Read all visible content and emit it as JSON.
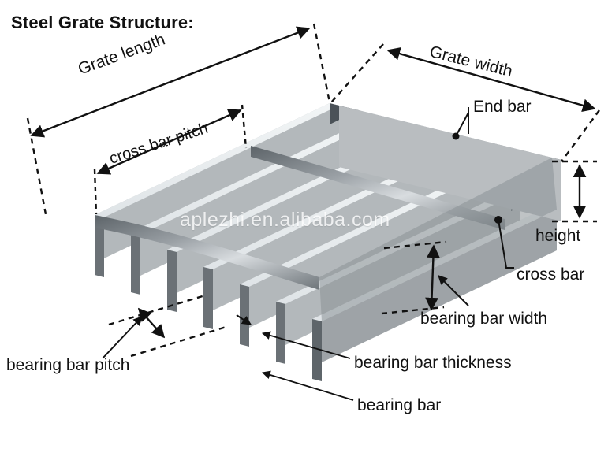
{
  "title": "Steel Grate Structure:",
  "watermark": "aplezhi.en.alibaba.com",
  "labels": {
    "grate_length": "Grate length",
    "grate_width": "Grate width",
    "cross_bar_pitch": "cross bar pitch",
    "end_bar": "End bar",
    "height": "height",
    "cross_bar": "cross bar",
    "bearing_bar_width": "bearing bar width",
    "bearing_bar_thickness": "bearing bar thickness",
    "bearing_bar": "bearing bar",
    "bearing_bar_pitch": "bearing bar pitch"
  },
  "icons": {
    "dimension_arrow": "double-arrow-icon",
    "leader_dot": "leader-dot-icon"
  },
  "colors": {
    "background": "#ffffff",
    "text": "#111111",
    "bar_top": "#e9edef",
    "bar_face_light": "#b6babd",
    "bar_face_mid": "#9da2a6",
    "bar_face_dark": "#6f757a",
    "shadow_dark": "#4b5258",
    "shadow_deep": "#3c4349",
    "line": "#111111"
  },
  "diagram": {
    "type": "technical-illustration",
    "subject": "steel bar grating isometric cutaway",
    "bearing_bar_count": 7,
    "cross_bar_count": 2,
    "end_bar_count": 1,
    "callouts": [
      {
        "name": "grate-length",
        "kind": "dimension",
        "arrow": "double"
      },
      {
        "name": "grate-width",
        "kind": "dimension",
        "arrow": "double"
      },
      {
        "name": "cross-bar-pitch",
        "kind": "dimension",
        "arrow": "double"
      },
      {
        "name": "height",
        "kind": "dimension",
        "arrow": "double"
      },
      {
        "name": "bearing-bar-width",
        "kind": "dimension",
        "arrow": "double"
      },
      {
        "name": "bearing-bar-pitch",
        "kind": "dimension",
        "arrow": "double"
      },
      {
        "name": "end-bar",
        "kind": "leader",
        "arrow": "dot"
      },
      {
        "name": "cross-bar",
        "kind": "leader",
        "arrow": "dot"
      },
      {
        "name": "bearing-bar",
        "kind": "leader",
        "arrow": "single"
      },
      {
        "name": "bearing-bar-thickness",
        "kind": "leader",
        "arrow": "single"
      }
    ]
  }
}
